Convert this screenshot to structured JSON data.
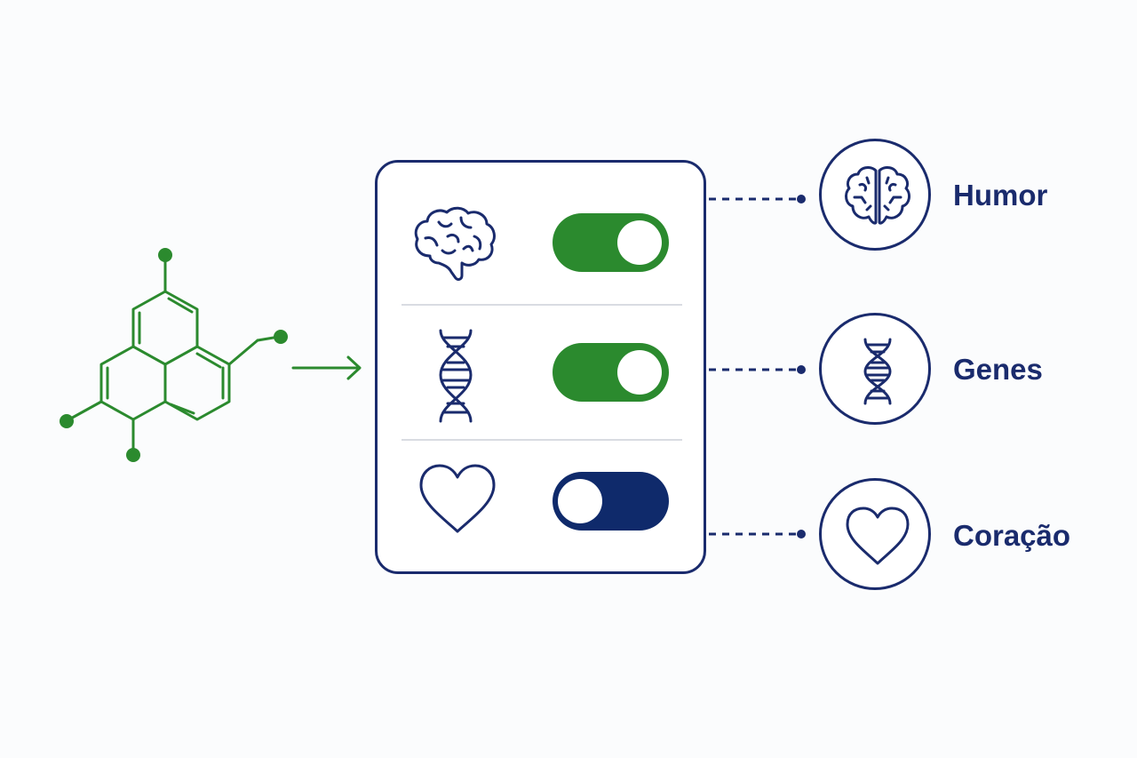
{
  "colors": {
    "navy": "#1a2b6d",
    "green": "#2b8a2e",
    "toggle_on": "#2b8a2e",
    "toggle_off": "#0f2a6b",
    "background": "#fbfcfd"
  },
  "molecule": {
    "icon": "molecule-icon"
  },
  "arrow": {
    "icon": "arrow-right-icon"
  },
  "panel": {
    "rows": [
      {
        "icon": "brain-icon",
        "toggle_on": true
      },
      {
        "icon": "dna-icon",
        "toggle_on": true
      },
      {
        "icon": "heart-icon",
        "toggle_on": false
      }
    ]
  },
  "outputs": [
    {
      "icon": "brain-icon",
      "label": "Humor"
    },
    {
      "icon": "dna-icon",
      "label": "Genes"
    },
    {
      "icon": "heart-icon",
      "label": "Coração"
    }
  ]
}
